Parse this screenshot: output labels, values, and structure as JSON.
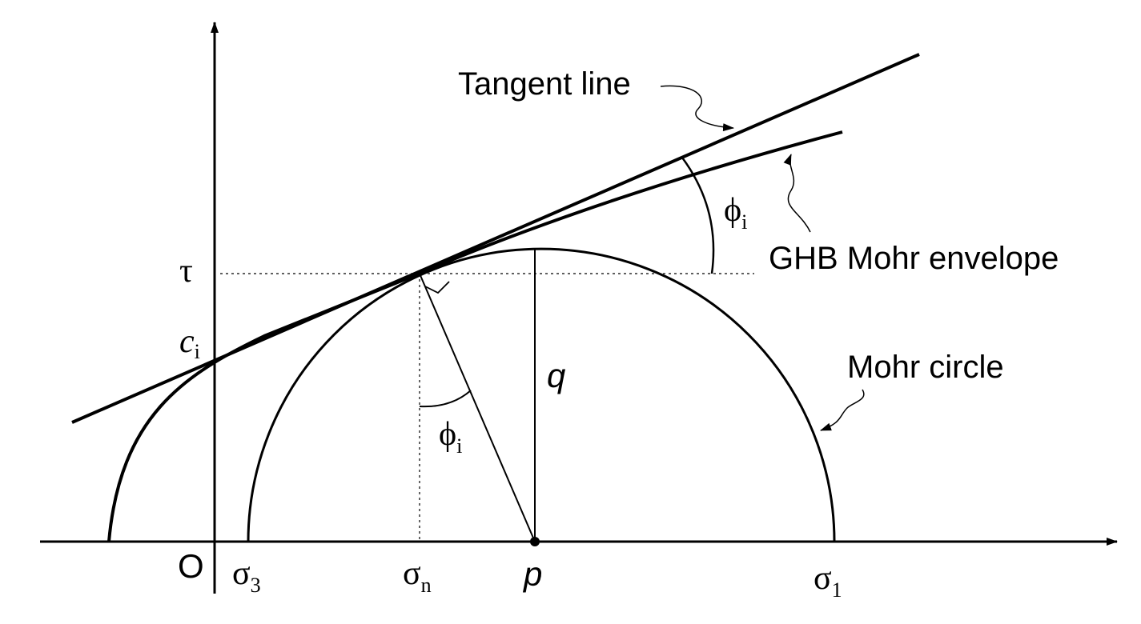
{
  "labels": {
    "tangent_line": "Tangent line",
    "ghb_envelope": "GHB Mohr envelope",
    "mohr_circle": "Mohr circle",
    "q": "q",
    "p": "p",
    "origin": "O",
    "tau": "τ",
    "c_main": "c",
    "c_sub": "i",
    "sigma": "σ",
    "sigma3_sub": "3",
    "sigman_sub": "n",
    "sigma1_sub": "1",
    "phi": "ϕ",
    "phi_sub": "i"
  },
  "colors": {
    "ink": "#000000",
    "background": "#ffffff"
  }
}
